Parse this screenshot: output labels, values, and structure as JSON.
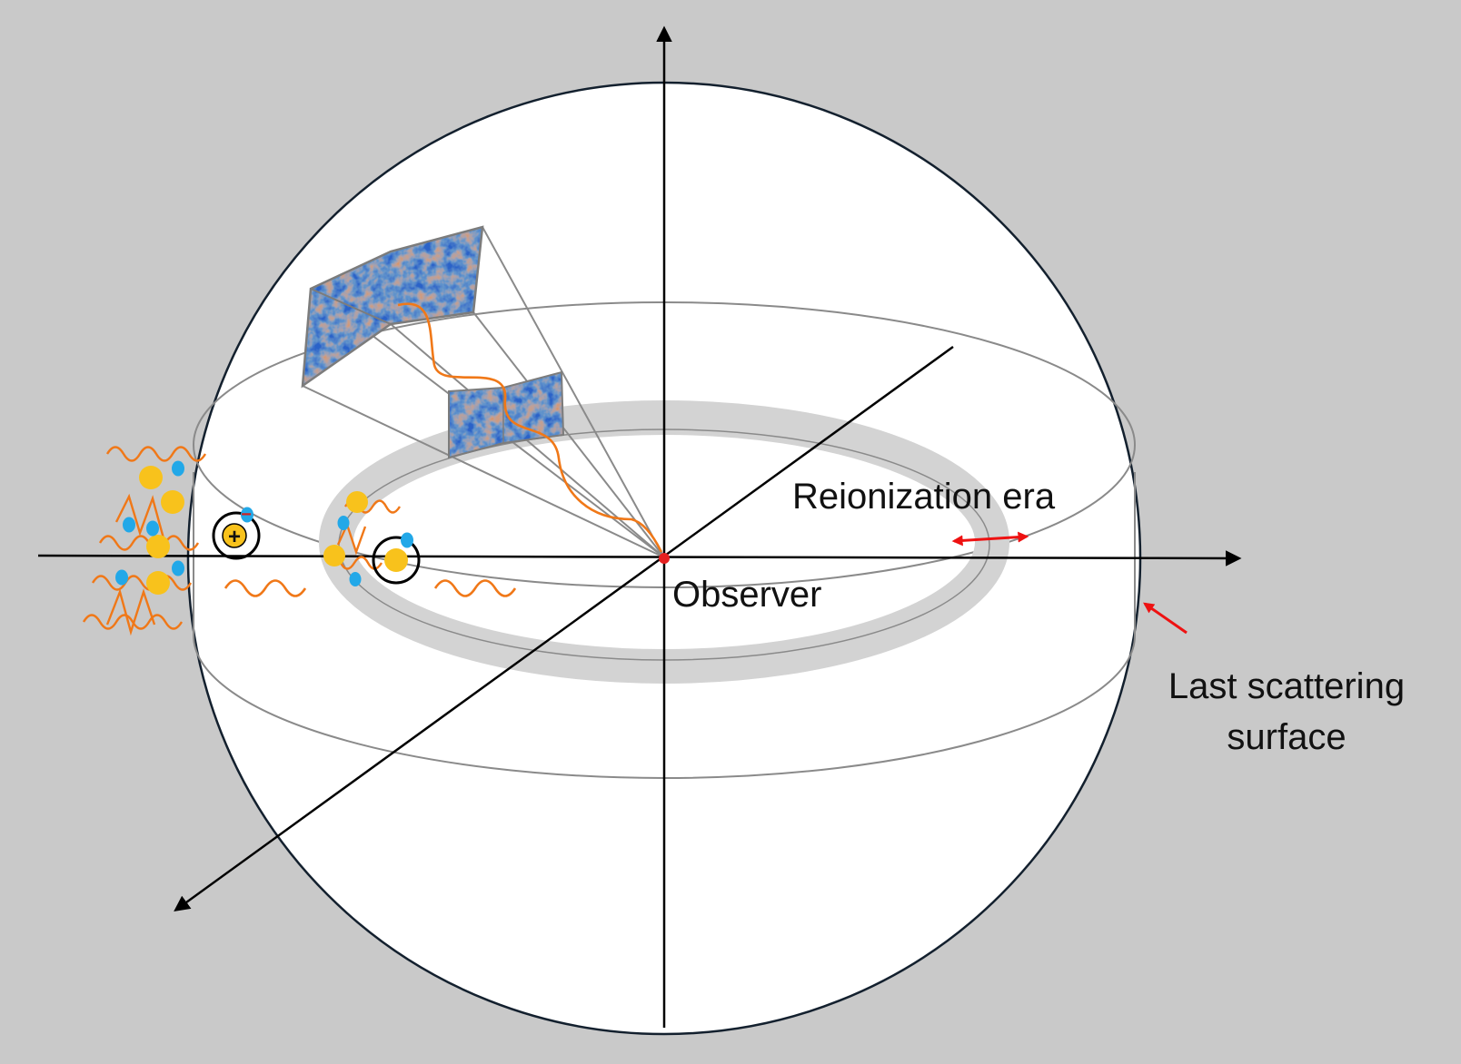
{
  "labels": {
    "reionization": "Reionization era",
    "observer": "Observer",
    "lss_line1": "Last scattering",
    "lss_line2": "surface"
  },
  "charges": {
    "plus": "+",
    "minus": "−"
  },
  "colors": {
    "background": "#c9c9c9",
    "sphere_fill": "#ffffff",
    "sphere_stroke": "#13202e",
    "ring_band": "#d3d3d3",
    "photon": "#f07818",
    "proton": "#f8c21c",
    "electron": "#22a8e8",
    "observer_dot": "#e52020",
    "marker_arrow": "#ee1111",
    "cmb_blue": "#2a62c8",
    "cmb_orange": "#e08a4a"
  },
  "icons": {
    "particles": "proton-electron-cluster",
    "hydrogen": "hydrogen-atom-icon",
    "photon": "photon-wave-icon",
    "cmb": "cmb-sky-patch"
  }
}
